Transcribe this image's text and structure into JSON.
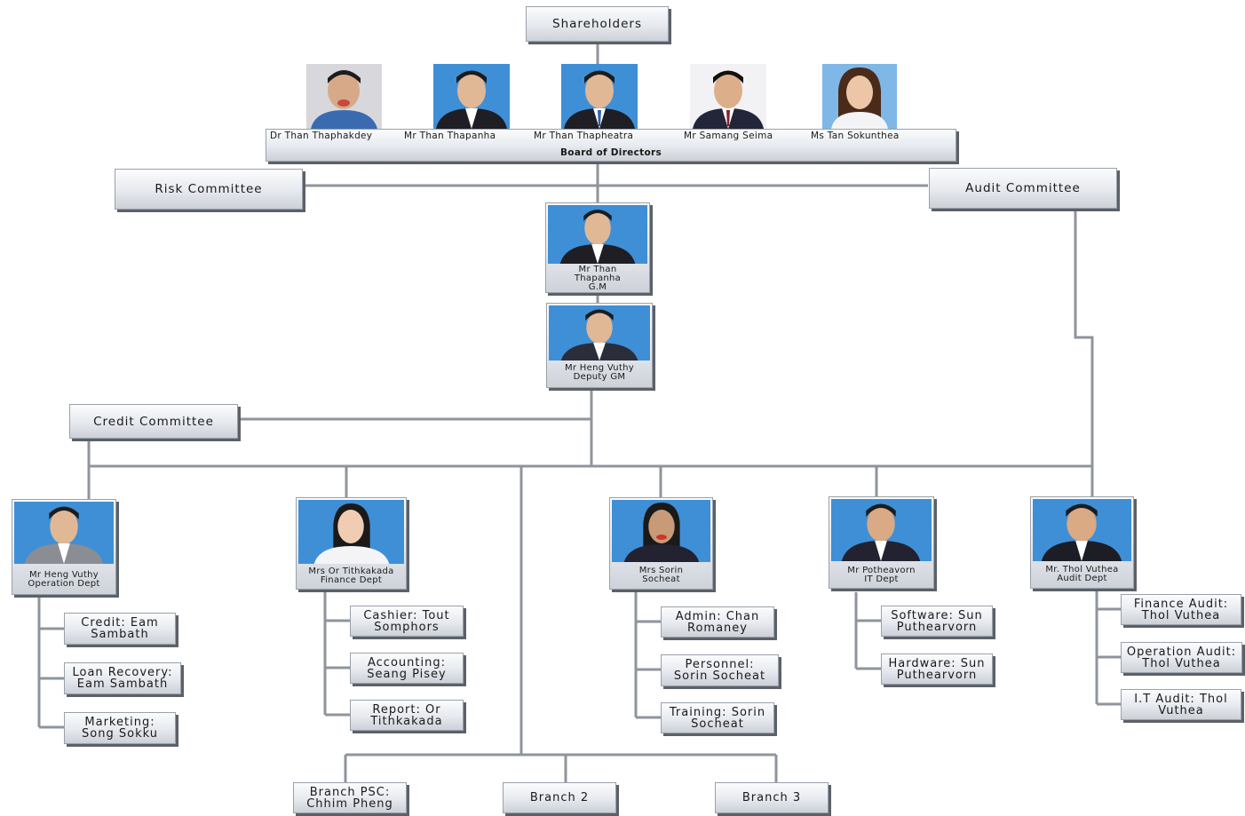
{
  "chart": {
    "shareholders": "Shareholders",
    "board": {
      "label": "Board of Directors",
      "members": [
        "Dr Than Thaphakdey",
        "Mr Than Thapanha",
        "Mr Than Thapheatra",
        "Mr Samang Seima",
        "Ms Tan Sokunthea"
      ]
    },
    "risk_committee": "Risk Committee",
    "audit_committee": "Audit Committee",
    "credit_committee": "Credit Committee",
    "gm": "Mr Than\nThapanha\nG.M",
    "deputy": "Mr Heng Vuthy\nDeputy GM",
    "departments": {
      "operation": {
        "head": "Mr Heng Vuthy\nOperation Dept",
        "units": [
          "Credit: Eam\nSambath",
          "Loan Recovery:\nEam Sambath",
          "Marketing:\nSong Sokku"
        ]
      },
      "finance": {
        "head": "Mrs Or Tithkakada\nFinance Dept",
        "units": [
          "Cashier: Tout\nSomphors",
          "Accounting:\nSeang Pisey",
          "Report: Or\nTithkakada"
        ]
      },
      "admin": {
        "head": "Mrs Sorin\nSocheat",
        "units": [
          "Admin: Chan\nRomaney",
          "Personnel:\nSorin Socheat",
          "Training: Sorin\nSocheat"
        ]
      },
      "it": {
        "head": "Mr Potheavorn\nIT Dept",
        "units": [
          "Software: Sun\nPuthearvorn",
          "Hardware: Sun\nPuthearvorn"
        ]
      },
      "audit": {
        "head": "Mr. Thol Vuthea\nAudit Dept",
        "units": [
          "Finance Audit:\nThol Vuthea",
          "Operation Audit:\nThol Vuthea",
          "I.T Audit: Thol\nVuthea"
        ]
      }
    },
    "branches": [
      "Branch PSC:\nChhim Pheng",
      "Branch 2",
      "Branch 3"
    ]
  },
  "colors": {
    "line": "#8f949c",
    "box_shadow": "#5c6168",
    "photo_bg_blue": "#3f8fd6",
    "photo_bg_grey": "#d8d8dc"
  },
  "icons": [
    "person-photo"
  ]
}
